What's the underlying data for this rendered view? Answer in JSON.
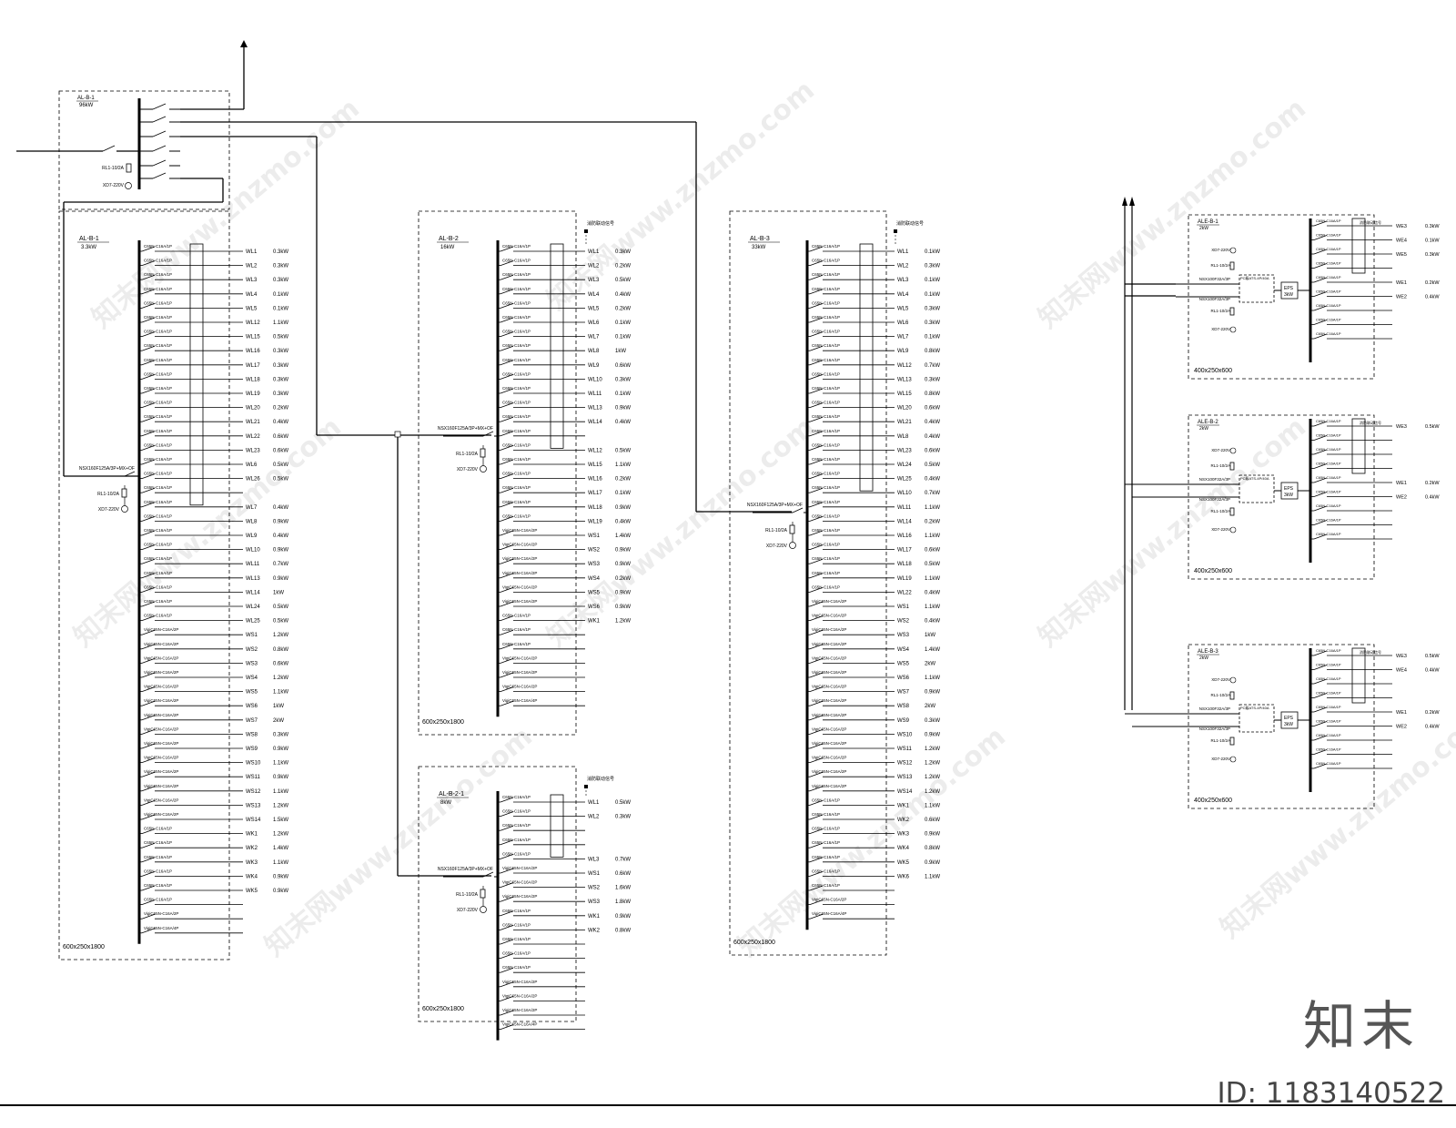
{
  "watermark": "知末网www.znzmo.com",
  "brand": "知末",
  "doc_id": "ID: 1183140522",
  "main_panel": {
    "name": "AL-B-1",
    "power": "96kW",
    "fuse": "RL1-10/2A",
    "lamp": "XD7-220V"
  },
  "panels": [
    {
      "id": "p1",
      "name": "AL-B-1",
      "power": "3.3kW",
      "size": "600x250x1800",
      "incomer": "NSX160F125A/3P+MX+OF",
      "fuse": "RL1-10/2A",
      "lamp": "XD7-220V",
      "fire_label": "",
      "circuits": [
        [
          "C65N-C16A/1P",
          "WL1",
          "0.3kW"
        ],
        [
          "C65N-C16A/1P",
          "WL2",
          "0.3kW"
        ],
        [
          "C65N-C16A/1P",
          "WL3",
          "0.3kW"
        ],
        [
          "C65N-C16A/1P",
          "WL4",
          "0.1kW"
        ],
        [
          "C65N-C16A/1P",
          "WL5",
          "0.1kW"
        ],
        [
          "C65N-C16A/1P",
          "WL12",
          "1.1kW"
        ],
        [
          "C65N-C16A/1P",
          "WL15",
          "0.5kW"
        ],
        [
          "C65N-C16A/1P",
          "WL16",
          "0.3kW"
        ],
        [
          "C65N-C16A/1P",
          "WL17",
          "0.3kW"
        ],
        [
          "C65N-C16A/1P",
          "WL18",
          "0.3kW"
        ],
        [
          "C65N-C16A/1P",
          "WL19",
          "0.3kW"
        ],
        [
          "C65N-C16A/1P",
          "WL20",
          "0.2kW"
        ],
        [
          "C65N-C16A/1P",
          "WL21",
          "0.4kW"
        ],
        [
          "C65N-C16A/1P",
          "WL22",
          "0.6kW"
        ],
        [
          "C65N-C16A/1P",
          "WL23",
          "0.6kW"
        ],
        [
          "C65N-C16A/1P",
          "WL6",
          "0.5kW"
        ],
        [
          "C65N-C16A/1P",
          "WL26",
          "0.5kW"
        ],
        [
          "C65N-C16A/1P",
          "",
          ""
        ],
        [
          "C65N-C16A/1P",
          "WL7",
          "0.4kW"
        ],
        [
          "C65N-C16A/1P",
          "WL8",
          "0.9kW"
        ],
        [
          "C65N-C16A/1P",
          "WL9",
          "0.4kW"
        ],
        [
          "C65N-C16A/1P",
          "WL10",
          "0.9kW"
        ],
        [
          "C65N-C16A/1P",
          "WL11",
          "0.7kW"
        ],
        [
          "C65N-C16A/1P",
          "WL13",
          "0.9kW"
        ],
        [
          "C65N-C16A/1P",
          "WL14",
          "1kW"
        ],
        [
          "C65N-C16A/1P",
          "WL24",
          "0.5kW"
        ],
        [
          "C65N-C16A/1P",
          "WL25",
          "0.5kW"
        ],
        [
          "VigiC65N-C16A/2P",
          "WS1",
          "1.2kW"
        ],
        [
          "VigiC65N-C16A/2P",
          "WS2",
          "0.8kW"
        ],
        [
          "VigiC65N-C16A/2P",
          "WS3",
          "0.6kW"
        ],
        [
          "VigiC65N-C16A/2P",
          "WS4",
          "1.2kW"
        ],
        [
          "VigiC65N-C16A/2P",
          "WS5",
          "1.1kW"
        ],
        [
          "VigiC65N-C16A/2P",
          "WS6",
          "1kW"
        ],
        [
          "VigiC65N-C16A/2P",
          "WS7",
          "2kW"
        ],
        [
          "VigiC65N-C16A/2P",
          "WS8",
          "0.3kW"
        ],
        [
          "VigiC65N-C16A/2P",
          "WS9",
          "0.9kW"
        ],
        [
          "VigiC65N-C16A/2P",
          "WS10",
          "1.1kW"
        ],
        [
          "VigiC65N-C16A/2P",
          "WS11",
          "0.9kW"
        ],
        [
          "VigiC65N-C16A/2P",
          "WS12",
          "1.1kW"
        ],
        [
          "VigiC65N-C16A/2P",
          "WS13",
          "1.2kW"
        ],
        [
          "VigiC65N-C16A/2P",
          "WS14",
          "1.5kW"
        ],
        [
          "C65N-C16A/1P",
          "WK1",
          "1.2kW"
        ],
        [
          "C65N-C16A/1P",
          "WK2",
          "1.4kW"
        ],
        [
          "C65N-C16A/1P",
          "WK3",
          "1.1kW"
        ],
        [
          "C65N-C16A/1P",
          "WK4",
          "0.9kW"
        ],
        [
          "C65N-C16A/1P",
          "WK5",
          "0.9kW"
        ],
        [
          "C65N-C16A/1P",
          "",
          ""
        ],
        [
          "VigiC65N-C16A/2P",
          "",
          ""
        ],
        [
          "VigiC65N-C16A/4P",
          "",
          ""
        ]
      ]
    },
    {
      "id": "p2",
      "name": "AL-B-2",
      "power": "16kW",
      "size": "600x250x1800",
      "incomer": "NSX160F125A/3P+MX+OF",
      "fuse": "RL1-10/2A",
      "lamp": "XD7-220V",
      "fire_label": "消防联动信号",
      "circuits": [
        [
          "C65N-C16A/1P",
          "WL1",
          "0.3kW"
        ],
        [
          "C65N-C16A/1P",
          "WL2",
          "0.2kW"
        ],
        [
          "C65N-C16A/1P",
          "WL3",
          "0.5kW"
        ],
        [
          "C65N-C16A/1P",
          "WL4",
          "0.4kW"
        ],
        [
          "C65N-C16A/1P",
          "WL5",
          "0.2kW"
        ],
        [
          "C65N-C16A/1P",
          "WL6",
          "0.1kW"
        ],
        [
          "C65N-C16A/1P",
          "WL7",
          "0.1kW"
        ],
        [
          "C65N-C16A/1P",
          "WL8",
          "1kW"
        ],
        [
          "C65N-C16A/1P",
          "WL9",
          "0.6kW"
        ],
        [
          "C65N-C16A/1P",
          "WL10",
          "0.3kW"
        ],
        [
          "C65N-C16A/1P",
          "WL11",
          "0.1kW"
        ],
        [
          "C65N-C16A/1P",
          "WL13",
          "0.9kW"
        ],
        [
          "C65N-C16A/1P",
          "WL14",
          "0.4kW"
        ],
        [
          "C65N-C16A/1P",
          "",
          ""
        ],
        [
          "C65N-C16A/1P",
          "WL12",
          "0.5kW"
        ],
        [
          "C65N-C16A/1P",
          "WL15",
          "1.1kW"
        ],
        [
          "C65N-C16A/1P",
          "WL16",
          "0.2kW"
        ],
        [
          "C65N-C16A/1P",
          "WL17",
          "0.1kW"
        ],
        [
          "C65N-C16A/1P",
          "WL18",
          "0.9kW"
        ],
        [
          "C65N-C16A/1P",
          "WL19",
          "0.4kW"
        ],
        [
          "VigiC65N-C16A/2P",
          "WS1",
          "1.4kW"
        ],
        [
          "VigiC65N-C16A/2P",
          "WS2",
          "0.9kW"
        ],
        [
          "VigiC65N-C16A/2P",
          "WS3",
          "0.9kW"
        ],
        [
          "VigiC65N-C16A/2P",
          "WS4",
          "0.2kW"
        ],
        [
          "VigiC65N-C16A/2P",
          "WS5",
          "0.9kW"
        ],
        [
          "VigiC65N-C16A/2P",
          "WS6",
          "0.9kW"
        ],
        [
          "C65N-C16A/1P",
          "WK1",
          "1.2kW"
        ],
        [
          "C65N-C16A/1P",
          "",
          ""
        ],
        [
          "C65N-C16A/1P",
          "",
          ""
        ],
        [
          "VigiC65N-C16A/2P",
          "",
          ""
        ],
        [
          "VigiC65N-C16A/2P",
          "",
          ""
        ],
        [
          "VigiC65N-C16A/2P",
          "",
          ""
        ],
        [
          "VigiC65N-C16A/4P",
          "",
          ""
        ]
      ]
    },
    {
      "id": "p3",
      "name": "AL-B-2-1",
      "power": "8kW",
      "size": "600x250x1800",
      "incomer": "NSX160F125A/3P+MX+OF",
      "fuse": "RL1-10/2A",
      "lamp": "XD7-220V",
      "fire_label": "消防联动信号",
      "circuits": [
        [
          "C65N-C16A/1P",
          "WL1",
          "0.5kW"
        ],
        [
          "C65N-C16A/1P",
          "WL2",
          "0.3kW"
        ],
        [
          "C65N-C16A/1P",
          "",
          ""
        ],
        [
          "C65N-C16A/1P",
          "",
          ""
        ],
        [
          "C65N-C16A/1P",
          "WL3",
          "0.7kW"
        ],
        [
          "VigiC65N-C16A/2P",
          "WS1",
          "0.6kW"
        ],
        [
          "VigiC65N-C16A/2P",
          "WS2",
          "1.6kW"
        ],
        [
          "VigiC65N-C16A/2P",
          "WS3",
          "1.8kW"
        ],
        [
          "C65N-C16A/1P",
          "WK1",
          "0.9kW"
        ],
        [
          "C65N-C16A/1P",
          "WK2",
          "0.8kW"
        ],
        [
          "C65N-C16A/1P",
          "",
          ""
        ],
        [
          "C65N-C16A/1P",
          "",
          ""
        ],
        [
          "C65N-C16A/1P",
          "",
          ""
        ],
        [
          "VigiC65N-C16A/2P",
          "",
          ""
        ],
        [
          "VigiC65N-C16A/2P",
          "",
          ""
        ],
        [
          "VigiC65N-C16A/2P",
          "",
          ""
        ],
        [
          "VigiC65N-C16A/4P",
          "",
          ""
        ]
      ]
    },
    {
      "id": "p4",
      "name": "AL-B-3",
      "power": "33kW",
      "size": "600x250x1800",
      "incomer": "NSX160F125A/3P+MX+OF",
      "fuse": "RL1-10/2A",
      "lamp": "XD7-220V",
      "fire_label": "消防联动信号",
      "circuits": [
        [
          "C65N-C16A/1P",
          "WL1",
          "0.1kW"
        ],
        [
          "C65N-C16A/1P",
          "WL2",
          "0.3kW"
        ],
        [
          "C65N-C16A/1P",
          "WL3",
          "0.1kW"
        ],
        [
          "C65N-C16A/1P",
          "WL4",
          "0.1kW"
        ],
        [
          "C65N-C16A/1P",
          "WL5",
          "0.3kW"
        ],
        [
          "C65N-C16A/1P",
          "WL6",
          "0.3kW"
        ],
        [
          "C65N-C16A/1P",
          "WL7",
          "0.1kW"
        ],
        [
          "C65N-C16A/1P",
          "WL9",
          "0.8kW"
        ],
        [
          "C65N-C16A/1P",
          "WL12",
          "0.7kW"
        ],
        [
          "C65N-C16A/1P",
          "WL13",
          "0.3kW"
        ],
        [
          "C65N-C16A/1P",
          "WL15",
          "0.8kW"
        ],
        [
          "C65N-C16A/1P",
          "WL20",
          "0.6kW"
        ],
        [
          "C65N-C16A/1P",
          "WL21",
          "0.4kW"
        ],
        [
          "C65N-C16A/1P",
          "WL8",
          "0.4kW"
        ],
        [
          "C65N-C16A/1P",
          "WL23",
          "0.6kW"
        ],
        [
          "C65N-C16A/1P",
          "WL24",
          "0.5kW"
        ],
        [
          "C65N-C16A/1P",
          "WL25",
          "0.4kW"
        ],
        [
          "C65N-C16A/1P",
          "WL10",
          "0.7kW"
        ],
        [
          "C65N-C16A/1P",
          "WL11",
          "1.1kW"
        ],
        [
          "C65N-C16A/1P",
          "WL14",
          "0.2kW"
        ],
        [
          "C65N-C16A/1P",
          "WL16",
          "1.1kW"
        ],
        [
          "C65N-C16A/1P",
          "WL17",
          "0.6kW"
        ],
        [
          "C65N-C16A/1P",
          "WL18",
          "0.5kW"
        ],
        [
          "C65N-C16A/1P",
          "WL19",
          "1.1kW"
        ],
        [
          "C65N-C16A/1P",
          "WL22",
          "0.4kW"
        ],
        [
          "VigiC65N-C16A/2P",
          "WS1",
          "1.1kW"
        ],
        [
          "VigiC65N-C16A/2P",
          "WS2",
          "0.4kW"
        ],
        [
          "VigiC65N-C16A/2P",
          "WS3",
          "1kW"
        ],
        [
          "VigiC65N-C16A/2P",
          "WS4",
          "1.4kW"
        ],
        [
          "VigiC65N-C16A/2P",
          "WS5",
          "2kW"
        ],
        [
          "VigiC65N-C16A/2P",
          "WS6",
          "1.1kW"
        ],
        [
          "VigiC65N-C16A/2P",
          "WS7",
          "0.9kW"
        ],
        [
          "VigiC65N-C16A/2P",
          "WS8",
          "2kW"
        ],
        [
          "VigiC65N-C16A/2P",
          "WS9",
          "0.3kW"
        ],
        [
          "VigiC65N-C16A/2P",
          "WS10",
          "0.9kW"
        ],
        [
          "VigiC65N-C16A/2P",
          "WS11",
          "1.2kW"
        ],
        [
          "VigiC65N-C16A/2P",
          "WS12",
          "1.2kW"
        ],
        [
          "VigiC65N-C16A/2P",
          "WS13",
          "1.2kW"
        ],
        [
          "VigiC65N-C16A/2P",
          "WS14",
          "1.2kW"
        ],
        [
          "C65N-C16A/1P",
          "WK1",
          "1.1kW"
        ],
        [
          "C65N-C16A/1P",
          "WK2",
          "0.6kW"
        ],
        [
          "C65N-C16A/1P",
          "WK3",
          "0.9kW"
        ],
        [
          "C65N-C16A/1P",
          "WK4",
          "0.8kW"
        ],
        [
          "C65N-C16A/1P",
          "WK5",
          "0.9kW"
        ],
        [
          "C65N-C16A/1P",
          "WK6",
          "1.1kW"
        ],
        [
          "C65N-C16A/1P",
          "",
          ""
        ],
        [
          "VigiC65N-C16A/2P",
          "",
          ""
        ],
        [
          "VigiC65N-C16A/4P",
          "",
          ""
        ]
      ]
    }
  ],
  "eps_panels": [
    {
      "id": "e1",
      "name": "ALE-B-1",
      "power": "2kW",
      "size": "400x250x600",
      "lamp": "XD7-220V",
      "fuse": "RL1-10/2A",
      "breaker": "NSX100F32A/3P",
      "ats": "PC级ATS-4P/40A",
      "eps": "EPS",
      "eps_kw": "3kW",
      "fire_label": "消防联动信号",
      "circuits": [
        [
          "C65N-C16A/1P",
          "WE3",
          "0.3kW"
        ],
        [
          "C65N-C16A/1P",
          "WE4",
          "0.1kW"
        ],
        [
          "C65N-C16A/1P",
          "WE5",
          "0.3kW"
        ],
        [
          "C65N-C16A/1P",
          "",
          ""
        ],
        [
          "C65N-C16A/1P",
          "WE1",
          "0.2kW"
        ],
        [
          "C65N-C16A/1P",
          "WE2",
          "0.4kW"
        ],
        [
          "C65N-C16A/1P",
          "",
          ""
        ],
        [
          "C65N-C16A/1P",
          "",
          ""
        ],
        [
          "C65N-C16A/1P",
          "",
          ""
        ]
      ]
    },
    {
      "id": "e2",
      "name": "ALE-B-2",
      "power": "2kW",
      "size": "400x250x600",
      "lamp": "XD7-220V",
      "fuse": "RL1-10/2A",
      "breaker": "NSX100F32A/3P",
      "ats": "PC级ATS-4P/40A",
      "eps": "EPS",
      "eps_kw": "3kW",
      "fire_label": "消防联动信号",
      "circuits": [
        [
          "C65N-C16A/1P",
          "WE3",
          "0.5kW"
        ],
        [
          "C65N-C16A/1P",
          "",
          ""
        ],
        [
          "C65N-C16A/1P",
          "",
          ""
        ],
        [
          "C65N-C16A/1P",
          "",
          ""
        ],
        [
          "C65N-C16A/1P",
          "WE1",
          "0.2kW"
        ],
        [
          "C65N-C16A/1P",
          "WE2",
          "0.4kW"
        ],
        [
          "C65N-C16A/1P",
          "",
          ""
        ],
        [
          "C65N-C16A/1P",
          "",
          ""
        ],
        [
          "C65N-C16A/1P",
          "",
          ""
        ]
      ]
    },
    {
      "id": "e3",
      "name": "ALE-B-3",
      "power": "2kW",
      "size": "400x250x600",
      "lamp": "XD7-220V",
      "fuse": "RL1-10/2A",
      "breaker": "NSX100F32A/3P",
      "ats": "PC级ATS-4P/40A",
      "eps": "EPS",
      "eps_kw": "3kW",
      "fire_label": "消防联动信号",
      "circuits": [
        [
          "C65N-C16A/1P",
          "WE3",
          "0.5kW"
        ],
        [
          "C65N-C16A/1P",
          "WE4",
          "0.4kW"
        ],
        [
          "C65N-C16A/1P",
          "",
          ""
        ],
        [
          "C65N-C16A/1P",
          "",
          ""
        ],
        [
          "C65N-C16A/1P",
          "WE1",
          "0.2kW"
        ],
        [
          "C65N-C16A/1P",
          "WE2",
          "0.4kW"
        ],
        [
          "C65N-C16A/1P",
          "",
          ""
        ],
        [
          "C65N-C16A/1P",
          "",
          ""
        ],
        [
          "C65N-C16A/1P",
          "",
          ""
        ]
      ]
    }
  ]
}
